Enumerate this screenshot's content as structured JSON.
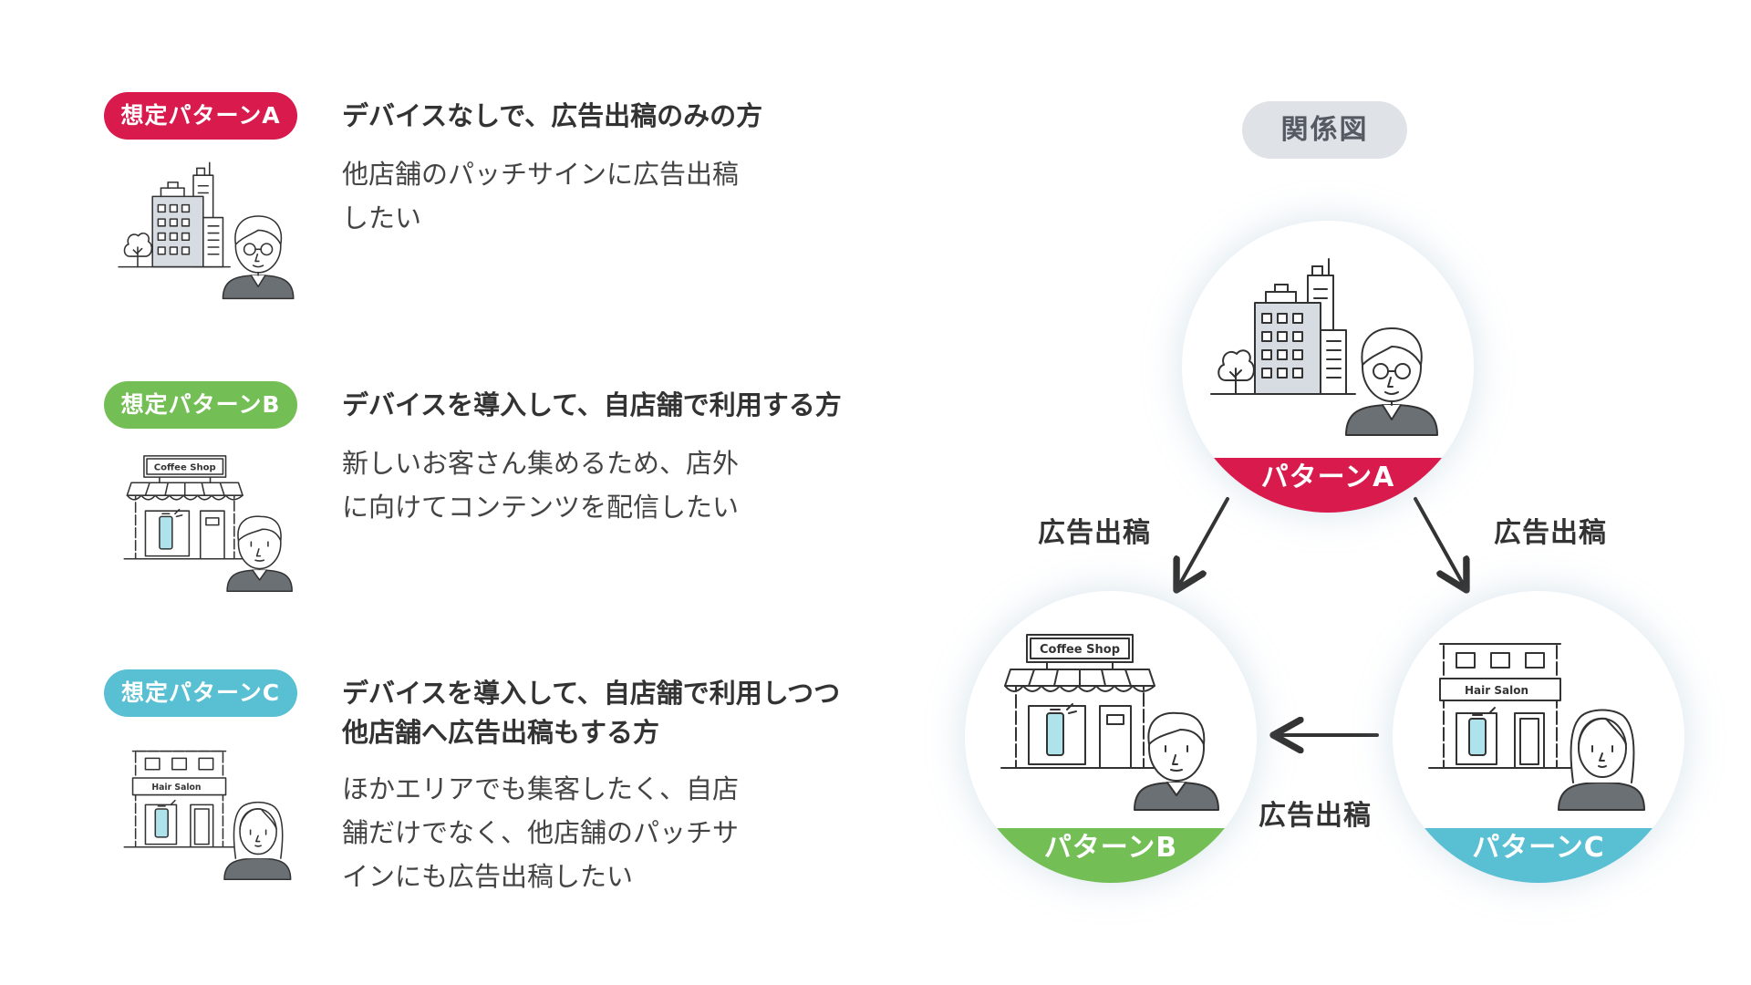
{
  "patterns": [
    {
      "badge": "想定パターンA",
      "title": "デバイスなしで、広告出稿のみの方",
      "desc": [
        "他店舗のパッチサインに広告出稿",
        "したい"
      ],
      "icon": "office-building-person-icon"
    },
    {
      "badge": "想定パターンB",
      "title": "デバイスを導入して、自店舗で利用する方",
      "desc": [
        "新しいお客さん集めるため、店外",
        "に向けてコンテンツを配信したい"
      ],
      "icon": "coffee-shop-person-icon",
      "shop_sign": "Coffee Shop"
    },
    {
      "badge": "想定パターンC",
      "title": [
        "デバイスを導入して、自店舗で利用しつつ",
        "他店舗へ広告出稿もする方"
      ],
      "desc": [
        "ほかエリアでも集客したく、自店",
        "舗だけでなく、他店舗のパッチサ",
        "インにも広告出稿したい"
      ],
      "icon": "hair-salon-person-icon",
      "shop_sign": "Hair Salon"
    }
  ],
  "diagram": {
    "title": "関係図",
    "nodes": [
      {
        "id": "A",
        "label": "パターンA",
        "color": "#d81b4c"
      },
      {
        "id": "B",
        "label": "パターンB",
        "color": "#74be56",
        "shop_sign": "Coffee Shop"
      },
      {
        "id": "C",
        "label": "パターンC",
        "color": "#59bfd2",
        "shop_sign": "Hair Salon"
      }
    ],
    "edges": [
      {
        "from": "A",
        "to": "B",
        "label": "広告出稿"
      },
      {
        "from": "A",
        "to": "C",
        "label": "広告出稿"
      },
      {
        "from": "C",
        "to": "B",
        "label": "広告出稿"
      }
    ]
  }
}
